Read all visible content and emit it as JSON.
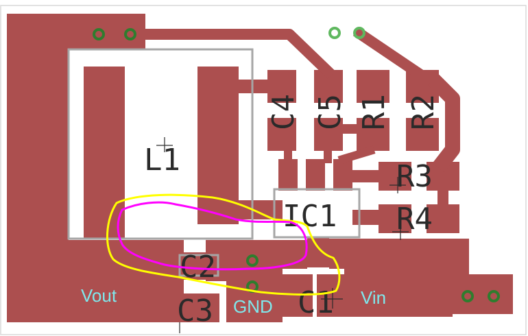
{
  "colors": {
    "board_background": "#ffffff",
    "board_outline": "#d9d9d9",
    "copper": "#ac4f4f",
    "silkscreen": "#a6a6a6",
    "via_ring": "#2e7d2e",
    "net_label": "#7fe8ec",
    "annotation_yellow": "#ffff00",
    "annotation_magenta": "#ff00ff"
  },
  "components": {
    "inductor": "L1",
    "regulator": "IC1",
    "capacitors": [
      "C1",
      "C2",
      "C3",
      "C4",
      "C5"
    ],
    "resistors": [
      "R1",
      "R2",
      "R3",
      "R4"
    ]
  },
  "net_labels": {
    "output": "Vout",
    "ground": "GND",
    "input": "Vin"
  },
  "annotations": [
    {
      "shape": "freehand-loop",
      "color": "yellow"
    },
    {
      "shape": "freehand-loop",
      "color": "magenta"
    }
  ]
}
